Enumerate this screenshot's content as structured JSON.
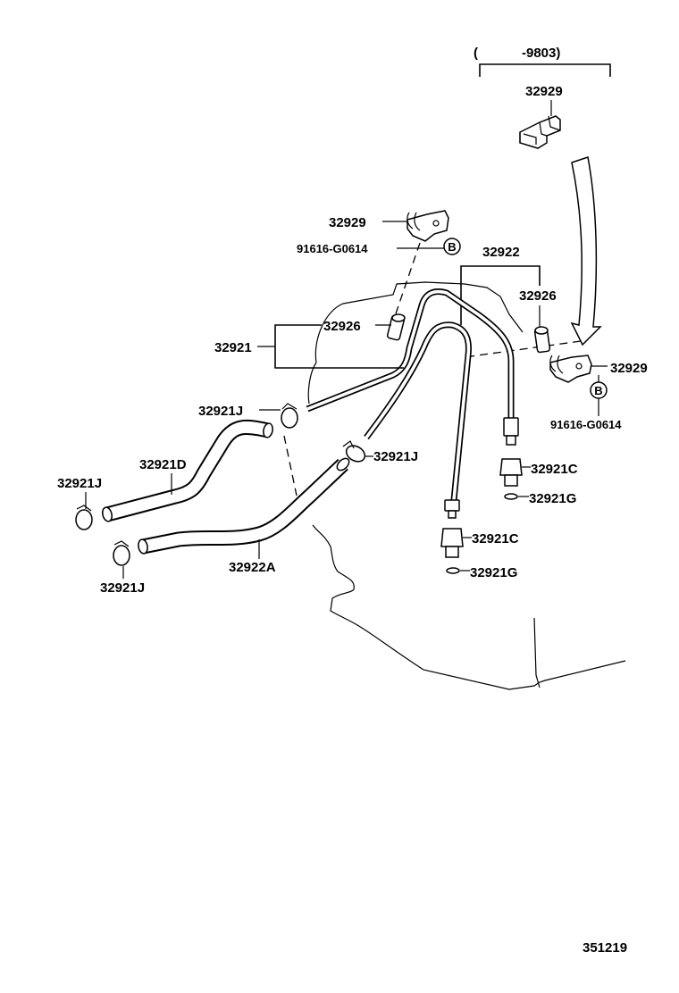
{
  "diagram": {
    "date_range": {
      "open": "(",
      "end": "-9803)"
    },
    "labels": {
      "clamp_dated": "32929",
      "clamp_upper_left": "32929",
      "bolt_left": "91616-G0614",
      "pipe_assy": "32922",
      "grommet_right": "32926",
      "grommet_left": "32926",
      "pipe_left": "32921",
      "clamp_j_upper": "32921J",
      "clamp_right": "32929",
      "bolt_right": "91616-G0614",
      "hose_d": "32921D",
      "clamp_j_far_left": "32921J",
      "clamp_j_mid": "32921J",
      "union_upper": "32921C",
      "gasket_upper": "32921G",
      "hose_a": "32922A",
      "union_lower": "32921C",
      "gasket_lower": "32921G",
      "clamp_j_lower": "32921J",
      "bolt_marker_left": "B",
      "bolt_marker_right": "B"
    },
    "catalog_number": "351219"
  }
}
